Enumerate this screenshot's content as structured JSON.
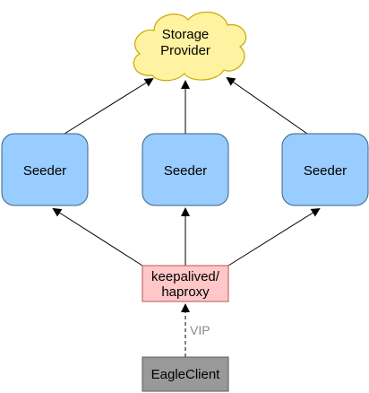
{
  "diagram": {
    "storage_provider": {
      "line1": "Storage",
      "line2": "Provider",
      "color": "#fff2a0",
      "stroke": "#c9a800"
    },
    "seeders": [
      {
        "label": "Seeder"
      },
      {
        "label": "Seeder"
      },
      {
        "label": "Seeder"
      }
    ],
    "seeder_style": {
      "fill": "#99ccff",
      "stroke": "#36648b"
    },
    "load_balancer": {
      "line1": "keepalived/",
      "line2": "haproxy",
      "fill": "#ffc7c7",
      "stroke": "#b85450"
    },
    "client": {
      "label": "EagleClient",
      "fill": "#999999",
      "stroke": "#5b5b5b"
    },
    "vip_edge": {
      "label": "VIP"
    }
  }
}
